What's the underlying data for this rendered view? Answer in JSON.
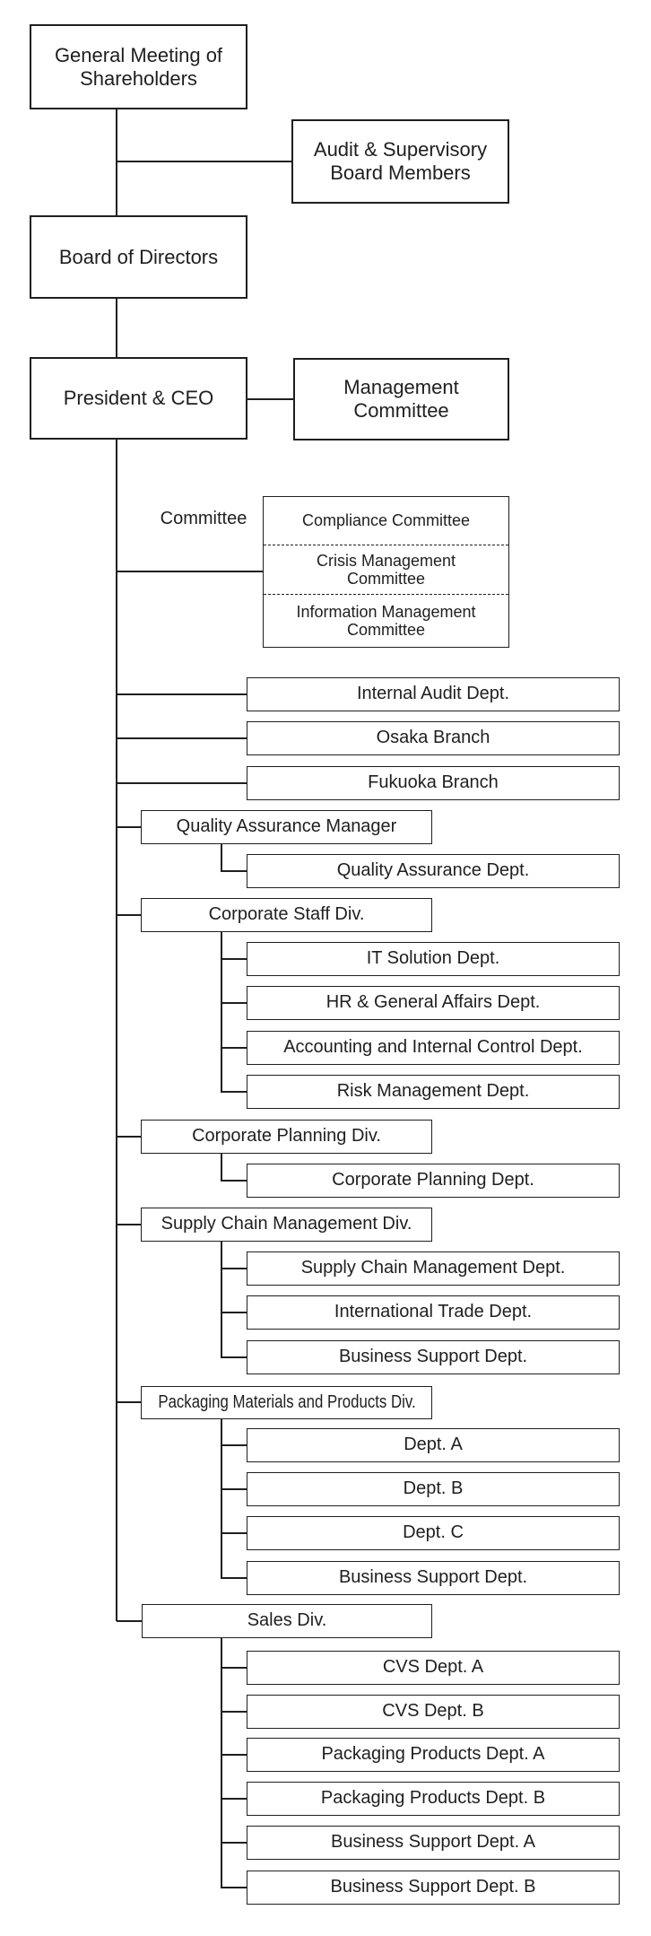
{
  "colors": {
    "line": "#1f1f1f",
    "text": "#1f1f1f",
    "background": "#ffffff"
  },
  "chart": {
    "type": "org-chart",
    "root": "General Meeting of Shareholders",
    "audit": "Audit & Supervisory Board Members",
    "board": "Board of Directors",
    "president": "President & CEO",
    "management_committee": "Management Committee",
    "committee_group": {
      "label": "Committee",
      "items": [
        "Compliance Committee",
        "Crisis Management Committee",
        "Information Management Committee"
      ]
    },
    "direct_depts": [
      "Internal Audit Dept.",
      "Osaka Branch",
      "Fukuoka Branch"
    ],
    "divisions": [
      {
        "name": "Quality Assurance Manager",
        "children": [
          "Quality Assurance Dept."
        ]
      },
      {
        "name": "Corporate Staff Div.",
        "children": [
          "IT Solution Dept.",
          "HR & General Affairs Dept.",
          "Accounting and Internal Control Dept.",
          "Risk Management Dept."
        ]
      },
      {
        "name": "Corporate Planning Div.",
        "children": [
          "Corporate Planning Dept."
        ]
      },
      {
        "name": "Supply Chain Management Div.",
        "children": [
          "Supply Chain Management Dept.",
          "International Trade Dept.",
          "Business Support Dept."
        ]
      },
      {
        "name": "Packaging Materials and Products Div.",
        "children": [
          "Dept. A",
          "Dept. B",
          "Dept. C",
          "Business Support Dept."
        ]
      },
      {
        "name": "Sales Div.",
        "children": [
          "CVS Dept. A",
          "CVS Dept. B",
          "Packaging Products Dept. A",
          "Packaging Products Dept. B",
          "Business Support Dept. A",
          "Business Support Dept. B"
        ]
      }
    ]
  }
}
